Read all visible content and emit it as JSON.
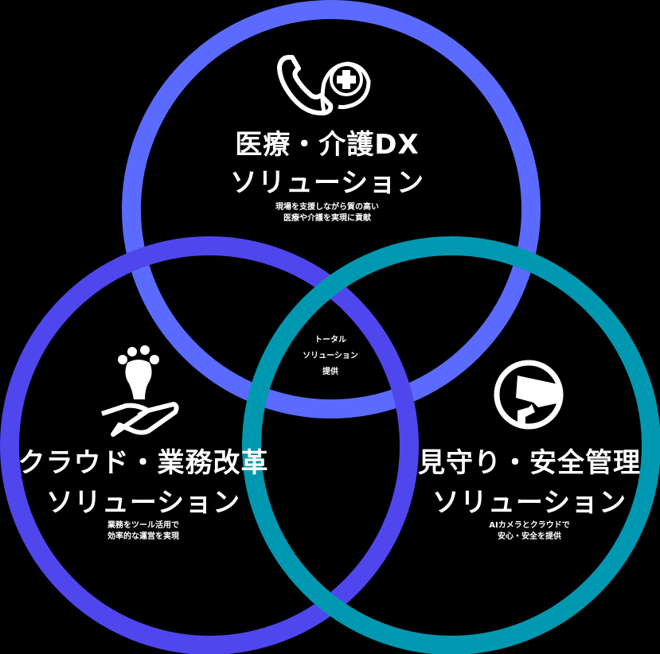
{
  "colors": {
    "background": "#000000",
    "top_circle": "#5B6BFF",
    "left_circle": "#5046EE",
    "right_circle": "#0098B0",
    "text": "#FFFFFF"
  },
  "circles": {
    "top": {
      "icon": "phone-medical-cross-icon",
      "title_line1": "医療・介護DX",
      "title_line2": "ソリューション",
      "desc_line1": "現場を支援しながら質の高い",
      "desc_line2": "医療や介護を実現に貢献"
    },
    "left": {
      "icon": "lightbulb-hand-icon",
      "title_line1": "クラウド・業務改革",
      "title_line2": "ソリューション",
      "desc_line1": "業務をツール活用で",
      "desc_line2": "効率的な運営を実現"
    },
    "right": {
      "icon": "security-camera-icon",
      "title_line1": "見守り・安全管理",
      "title_line2": "ソリューション",
      "desc_line1": "AIカメラとクラウドで",
      "desc_line2": "安心・安全を提供"
    }
  },
  "center": {
    "line1": "トータル",
    "line2": "ソリューション",
    "line3": "提供"
  }
}
